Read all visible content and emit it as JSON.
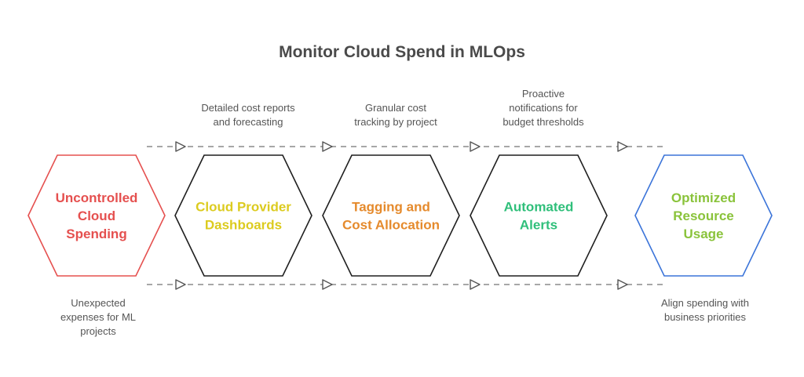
{
  "title": "Monitor Cloud Spend in MLOps",
  "stages": [
    {
      "id": "uncontrolled",
      "label": [
        "Uncontrolled",
        "Cloud",
        "Spending"
      ],
      "color": "#e5504f",
      "note_below": [
        "Unexpected",
        "expenses for ML",
        "projects"
      ]
    },
    {
      "id": "dashboards",
      "label": [
        "Cloud Provider",
        "Dashboards"
      ],
      "color": "#dccb1f",
      "note_above": [
        "Detailed cost reports",
        "and forecasting"
      ]
    },
    {
      "id": "tagging",
      "label": [
        "Tagging and",
        "Cost Allocation"
      ],
      "color": "#e58a2c",
      "note_above": [
        "Granular cost",
        "tracking by project"
      ]
    },
    {
      "id": "alerts",
      "label": [
        "Automated",
        "Alerts"
      ],
      "color": "#2fbf7a",
      "note_above": [
        "Proactive",
        "notifications for",
        "budget thresholds"
      ]
    },
    {
      "id": "optimized",
      "label": [
        "Optimized",
        "Resource",
        "Usage"
      ],
      "color": "#8ac33b",
      "border_color": "#3b74d9",
      "note_below": [
        "Align spending with",
        "business priorities"
      ]
    }
  ],
  "colors": {
    "hex_border": "#1f1f1f",
    "connector": "#8a8a8a",
    "title_text": "#4a4a4a",
    "note_text": "#555555"
  }
}
